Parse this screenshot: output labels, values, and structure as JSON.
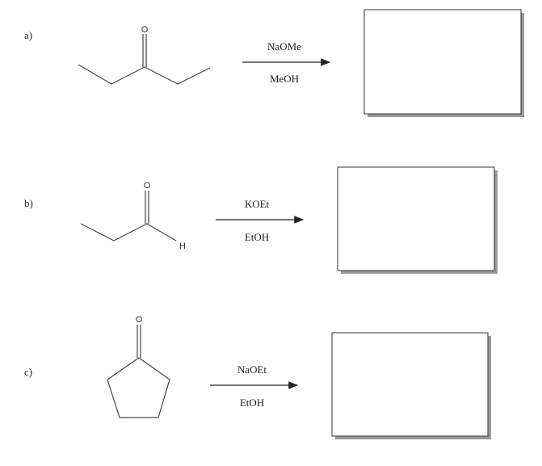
{
  "reactions": [
    {
      "label": "a)",
      "reagent": "NaOMe",
      "solvent": "MeOH",
      "atoms": {
        "oxygen": "O"
      }
    },
    {
      "label": "b)",
      "reagent": "KOEt",
      "solvent": "EtOH",
      "atoms": {
        "oxygen": "O",
        "hydrogen": "H"
      }
    },
    {
      "label": "c)",
      "reagent": "NaOEt",
      "solvent": "EtOH",
      "atoms": {
        "oxygen": "O"
      }
    }
  ]
}
